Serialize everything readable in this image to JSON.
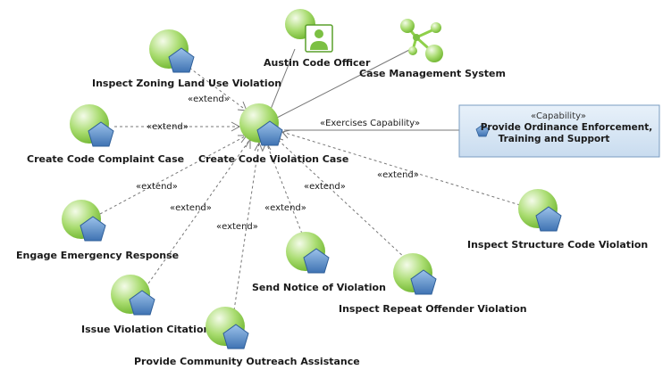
{
  "central": {
    "label": "Create Code Violation Case"
  },
  "actors": [
    {
      "id": "officer",
      "label": "Austin Code Officer",
      "kind": "person"
    },
    {
      "id": "system",
      "label": "Case Management System",
      "kind": "system"
    }
  ],
  "capability": {
    "stereotype": "«Capability»",
    "line1": "Provide Ordinance Enforcement,",
    "line2": "Training and Support",
    "relation_label": "«Exercises Capability»"
  },
  "extend_label": "«extend»",
  "use_cases": [
    {
      "id": "zoning",
      "label": "Inspect Zoning Land Use Violation"
    },
    {
      "id": "complaint",
      "label": "Create Code Complaint Case"
    },
    {
      "id": "emergency",
      "label": "Engage Emergency Response"
    },
    {
      "id": "citation",
      "label": "Issue Violation Citation"
    },
    {
      "id": "outreach",
      "label": "Provide Community Outreach Assistance"
    },
    {
      "id": "notice",
      "label": "Send Notice of Violation"
    },
    {
      "id": "repeat",
      "label": "Inspect Repeat Offender Violation"
    },
    {
      "id": "structure",
      "label": "Inspect Structure Code Violation"
    }
  ],
  "colors": {
    "usecase_green": "#8fd04a",
    "pentagon_blue": "#5b8fc9",
    "capability_bg": "#d6e6f5",
    "line": "#777777"
  }
}
